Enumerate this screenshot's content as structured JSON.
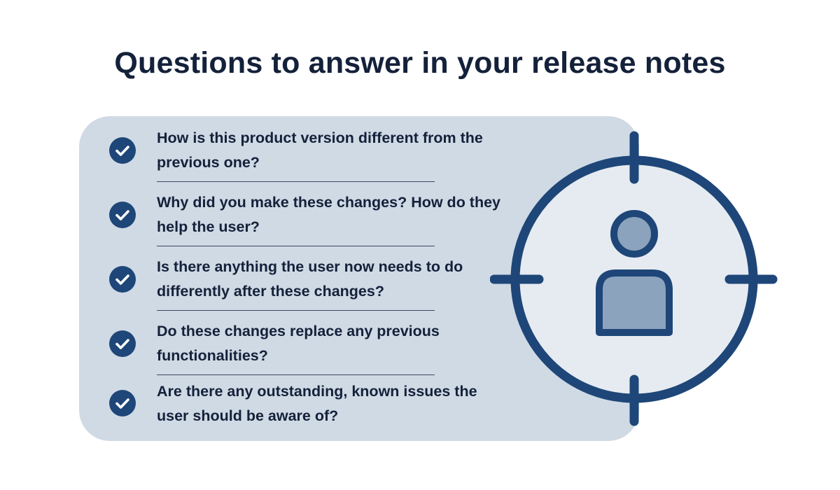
{
  "title": "Questions to answer in your release notes",
  "questions": [
    "How is this product version different from the previous one?",
    "Why did you make these changes? How do they help the user?",
    "Is there anything the user now needs to do differently after these changes?",
    "Do these changes replace any previous functionalities?",
    "Are there any outstanding, known issues the user should be aware of?"
  ],
  "colors": {
    "title": "#14213a",
    "panel": "#d0dae5",
    "accent": "#1e4678",
    "target_fill": "#e6ebf1",
    "person_fill": "#8ca3bd"
  },
  "icons": {
    "check": "check-circle-icon",
    "target": "target-user-icon"
  }
}
